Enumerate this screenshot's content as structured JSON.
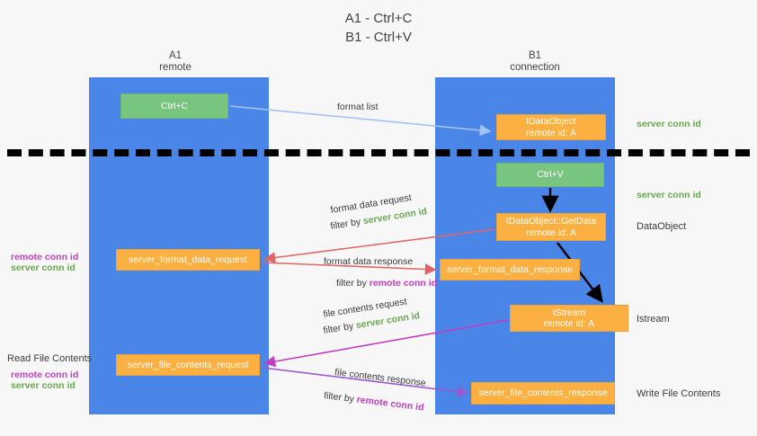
{
  "title": {
    "line1": "A1 - Ctrl+C",
    "line2": "B1 - Ctrl+V"
  },
  "lanes": [
    {
      "name": "A1",
      "sub": "remote"
    },
    {
      "name": "B1",
      "sub": "connection"
    }
  ],
  "nodes": {
    "ctrl_c": {
      "line1": "Ctrl+C",
      "line2": ""
    },
    "idataobject": {
      "line1": "IDataObject",
      "line2": "remote id: A"
    },
    "ctrl_v": {
      "line1": "Ctrl+V",
      "line2": ""
    },
    "getdata": {
      "line1": "IDataObject::GetData",
      "line2": "remote id: A"
    },
    "server_format_data_request": {
      "line1": "server_format_data_request",
      "line2": ""
    },
    "server_format_data_response": {
      "line1": "server_format_data_response",
      "line2": ""
    },
    "istream": {
      "line1": "IStream",
      "line2": "remote id: A"
    },
    "server_file_contents_request": {
      "line1": "server_file_contents_request",
      "line2": ""
    },
    "server_file_contents_response": {
      "line1": "server_file_contents_response",
      "line2": ""
    }
  },
  "edge_labels": {
    "format_list": "format list",
    "format_data_request": "format data request",
    "format_data_request_filter_prefix": "filter by",
    "format_data_request_filter_key": "server conn id",
    "format_data_response": "format data response",
    "format_data_response_filter_prefix": "filter by",
    "format_data_response_filter_key": "remote conn id",
    "file_contents_request": "file contents request",
    "file_contents_request_filter_prefix": "filter by",
    "file_contents_request_filter_key": "server conn id",
    "file_contents_response": "file contents response",
    "file_contents_response_filter_prefix": "filter by",
    "file_contents_response_filter_key": "remote conn id"
  },
  "right_labels": {
    "server_conn_id_1": "server conn id",
    "server_conn_id_2": "server conn id",
    "dataobject": "DataObject",
    "istream": "Istream",
    "write_file_contents": "Write File Contents"
  },
  "left_labels": {
    "remote_conn_id_1": "remote conn id",
    "server_conn_id_1": "server conn id",
    "read_file_contents": "Read File Contents",
    "remote_conn_id_2": "remote conn id",
    "server_conn_id_2": "server conn id"
  },
  "colors": {
    "lane": "#4a86e8",
    "green_node": "#77c57f",
    "orange_node": "#fbb041",
    "server_conn_id": "#6aa84f",
    "remote_conn_id": "#c13ec1",
    "arrow_light_blue": "#a4c2f4",
    "arrow_red": "#e06666",
    "arrow_magenta": "#c13ec1",
    "arrow_purple": "#9b59d0",
    "arrow_black": "#000000",
    "divider": "#000000",
    "background": "#f7f7f7"
  }
}
